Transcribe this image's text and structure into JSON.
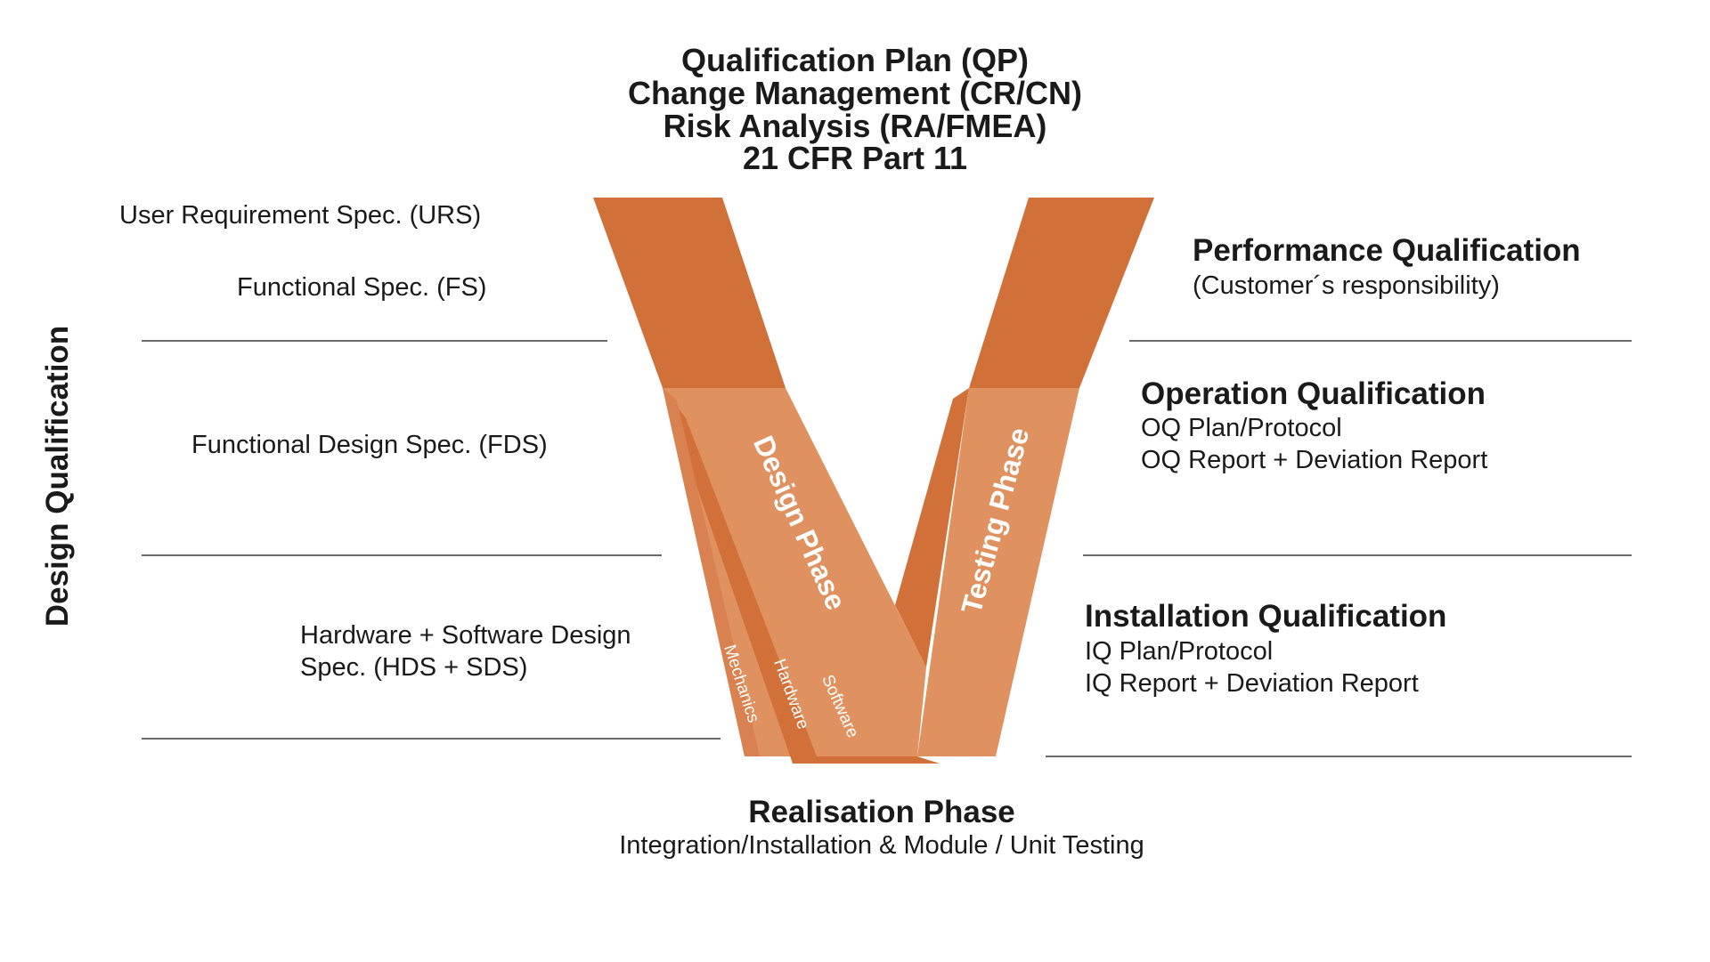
{
  "header": {
    "lines": [
      "Qualification Plan (QP)",
      "Change Management (CR/CN)",
      "Risk Analysis (RA/FMEA)",
      "21 CFR Part 11"
    ]
  },
  "left_specs": {
    "urs": "User Requirement Spec. (URS)",
    "fs": "Functional Spec. (FS)",
    "fds": "Functional Design Spec. (FDS)",
    "hds_line1": "Hardware + Software Design",
    "hds_line2": "Spec. (HDS + SDS)"
  },
  "side_label": "Design Qualification",
  "v_labels": {
    "design_phase": "Design Phase",
    "testing_phase": "Testing Phase",
    "mechanics": "Mechanics",
    "hardware": "Hardware",
    "software": "Software"
  },
  "right_quals": {
    "pq_title": "Performance Qualification",
    "pq_sub": "(Customer´s responsibility)",
    "oq_title": "Operation Qualification",
    "oq_sub1": "OQ Plan/Protocol",
    "oq_sub2": "OQ Report + Deviation Report",
    "iq_title": "Installation Qualification",
    "iq_sub1": "IQ Plan/Protocol",
    "iq_sub2": "IQ Report + Deviation Report"
  },
  "bottom": {
    "title": "Realisation Phase",
    "subtitle": "Integration/Installation & Module / Unit Testing"
  },
  "colors": {
    "dark_orange": "#d2703a",
    "light_orange": "#df9160",
    "text": "#1a1a1a",
    "rule": "#6b6b6b"
  }
}
